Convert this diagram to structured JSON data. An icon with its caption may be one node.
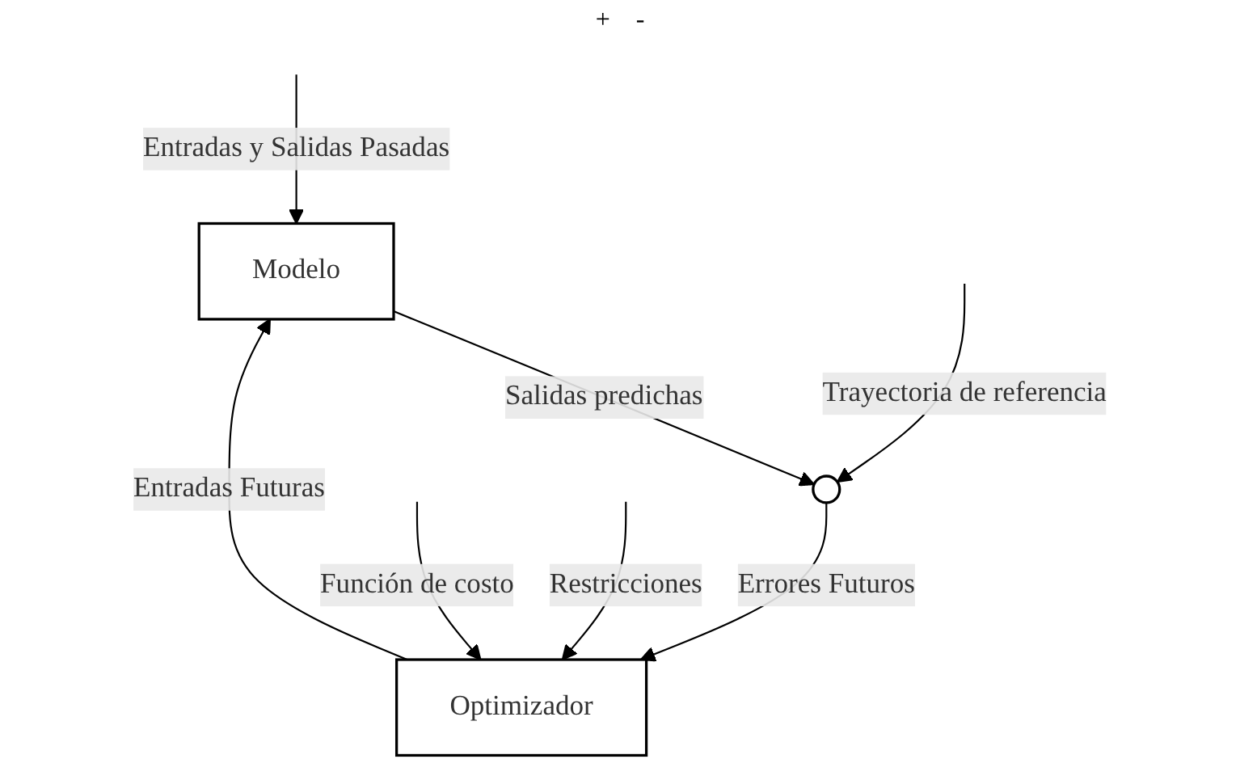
{
  "diagram": {
    "nodes": [
      {
        "text": [
          "Modelo"
        ]
      },
      {
        "text": [],
        "shape": "circle"
      },
      {
        "text": [
          "Optimizador"
        ]
      }
    ],
    "edges": [
      {
        "from": null,
        "to": 0,
        "arrow": "to",
        "label": "Entradas y Salidas Pasadas"
      },
      {
        "from": 2,
        "to": 0,
        "arrow": "to",
        "label": "Entradas Futuras"
      },
      {
        "from": 0,
        "to": 1,
        "arrow": "to",
        "label": "Salidas predichas"
      },
      {
        "from": null,
        "to": 1,
        "arrow": "to",
        "label": "Trayectoria de referencia"
      },
      {
        "from": 1,
        "to": 2,
        "arrow": "to",
        "label": "Errores Futuros"
      },
      {
        "from": null,
        "to": 2,
        "arrow": "to",
        "label": "Función de costo"
      },
      {
        "from": null,
        "to": 2,
        "arrow": "to",
        "label": "Restricciones"
      }
    ],
    "labels": [
      "+",
      "-"
    ]
  }
}
